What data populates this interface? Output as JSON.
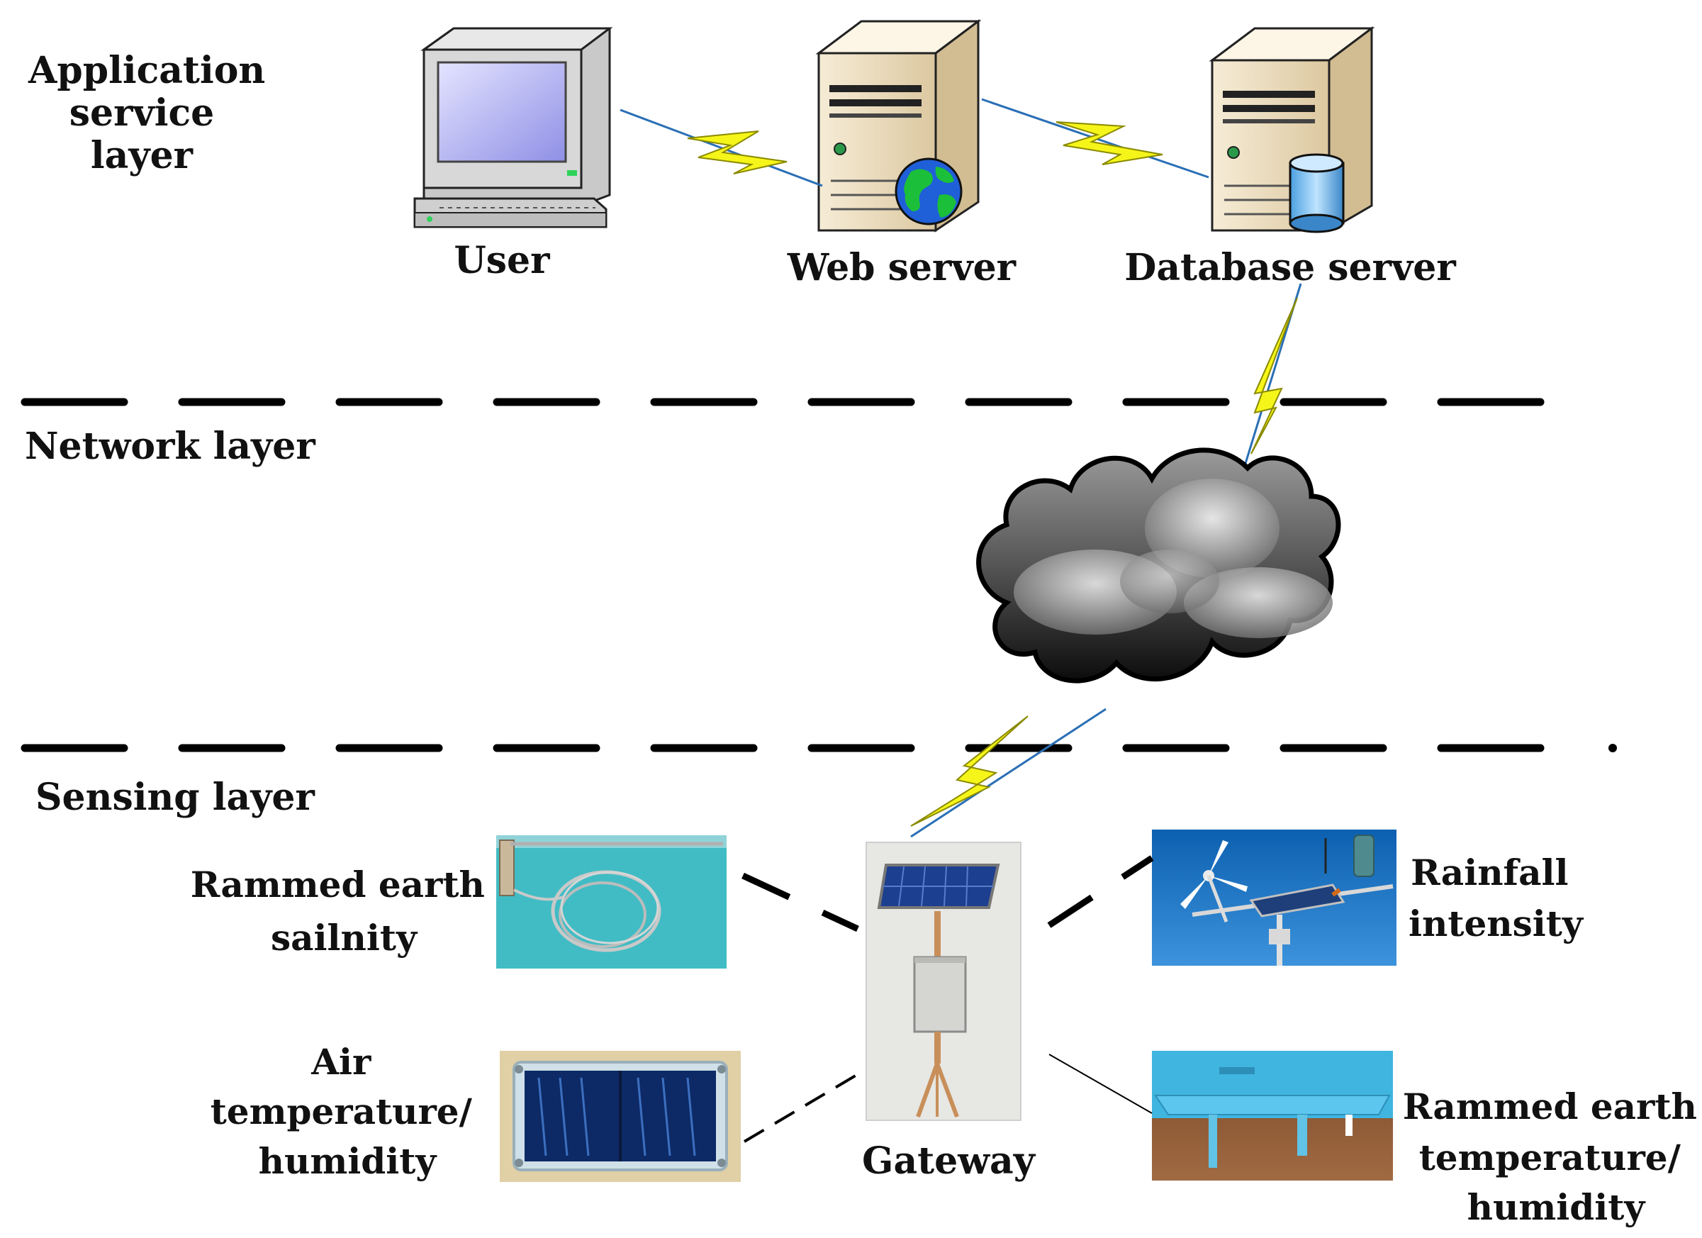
{
  "layers": {
    "application": "Application\nservice layer",
    "network": "Network layer",
    "sensing": "Sensing layer"
  },
  "nodes": {
    "user": "User",
    "web_server": "Web server",
    "database_server": "Database server",
    "gateway": "Gateway"
  },
  "sensors": {
    "salinity": "Rammed earth\nsailnity",
    "air": "Air\ntemperature/\nhumidity",
    "rainfall": "Rainfall\nintensity",
    "earth_temp": "Rammed earth\ntemperature/\nhumidity"
  },
  "colors": {
    "lightning": "#f5f51a",
    "link": "#2a6fb5",
    "dash": "#000000"
  }
}
